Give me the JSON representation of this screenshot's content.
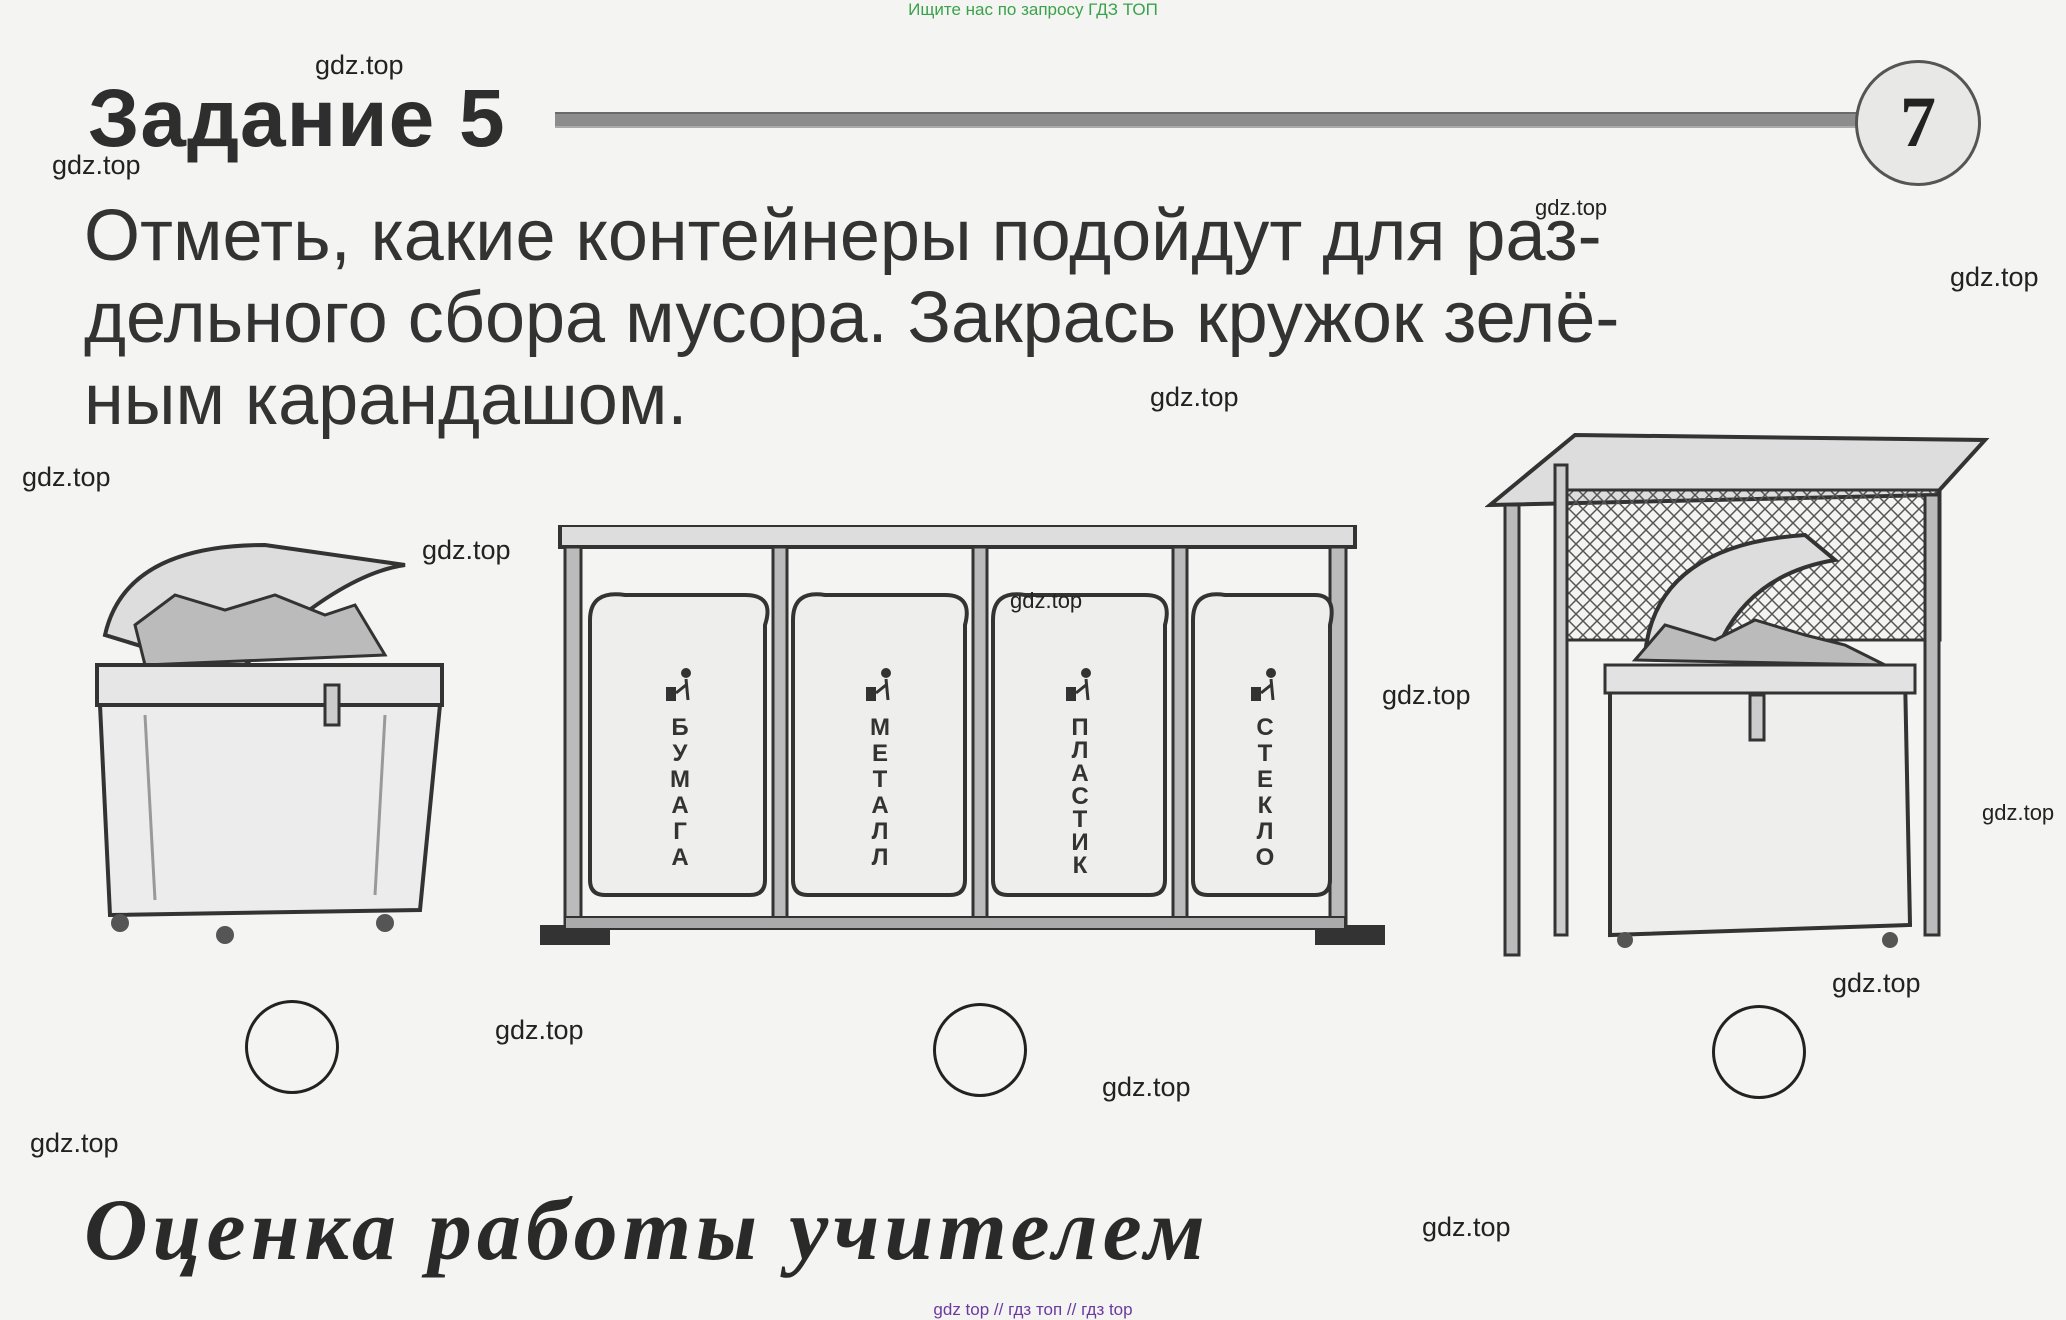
{
  "header": {
    "top_link": "Ищите нас по запросу ГДЗ ТОП"
  },
  "task": {
    "title": "Задание 5",
    "page_number": "7",
    "instruction_lines": [
      "Отметь, какие контейнеры подойдут для раз-",
      "дельного сбора мусора. Закрась кружок зелё-",
      "ным карандашом."
    ]
  },
  "bins": [
    {
      "label": "БУМАГА"
    },
    {
      "label": "МЕТАЛЛ"
    },
    {
      "label": "ПЛАСТИК"
    },
    {
      "label": "СТЕКЛО"
    }
  ],
  "footer": {
    "title": "Оценка работы учителем",
    "bottom_links": "gdz top // гдз топ // гдз top"
  },
  "watermark": "gdz.top"
}
